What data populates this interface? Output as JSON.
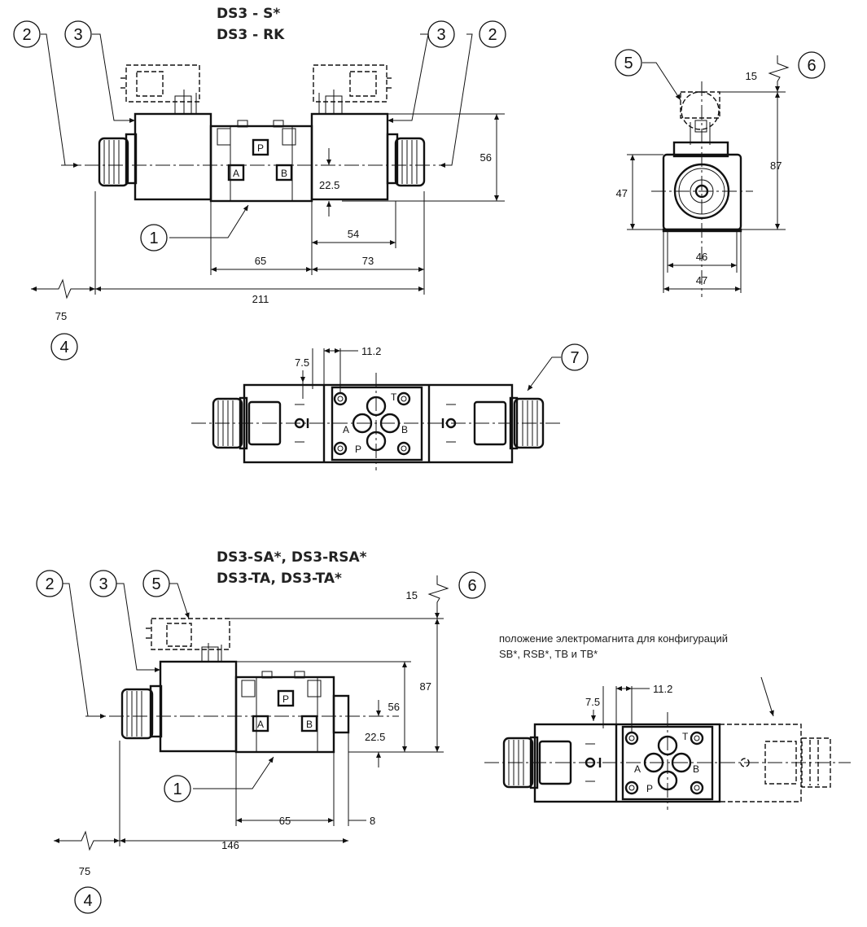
{
  "top_view": {
    "title_line1": "DS3 - S*",
    "title_line2": "DS3 - RK",
    "dims": {
      "d56": "56",
      "d22_5": "22.5",
      "d54": "54",
      "d65": "65",
      "d73": "73",
      "d211": "211",
      "d75": "75"
    },
    "ports": {
      "p": "P",
      "a": "A",
      "b": "B"
    },
    "balloons": {
      "b1": "1",
      "b2_left": "2",
      "b3_left": "3",
      "b2_right": "2",
      "b3_right": "3",
      "b4": "4"
    }
  },
  "side_view": {
    "dims": {
      "d15": "15",
      "d87": "87",
      "d47_left": "47",
      "d46": "46",
      "d47_bottom": "47"
    },
    "balloons": {
      "b5": "5",
      "b6": "6"
    }
  },
  "plan_view": {
    "dims": {
      "d7_5": "7.5",
      "d11_2": "11.2"
    },
    "ports": {
      "t": "T",
      "a": "A",
      "b": "B",
      "p": "P"
    },
    "balloons": {
      "b7": "7"
    }
  },
  "single_view": {
    "title_line1": "DS3-SA*, DS3-RSA*",
    "title_line2": "DS3-TA, DS3-TA*",
    "dims": {
      "d15": "15",
      "d87": "87",
      "d56": "56",
      "d22_5": "22.5",
      "d65": "65",
      "d8": "8",
      "d146": "146",
      "d75": "75"
    },
    "ports": {
      "p": "P",
      "a": "A",
      "b": "B"
    },
    "balloons": {
      "b2": "2",
      "b3": "3",
      "b5": "5",
      "b6": "6",
      "b1": "1",
      "b4": "4"
    }
  },
  "single_plan_view": {
    "note_line1": "положение электромагнита для конфигураций",
    "note_line2": "SB*, RSB*, TB и TB*",
    "dims": {
      "d7_5": "7.5",
      "d11_2": "11.2"
    },
    "ports": {
      "t": "T",
      "a": "A",
      "b": "B",
      "p": "P"
    }
  }
}
